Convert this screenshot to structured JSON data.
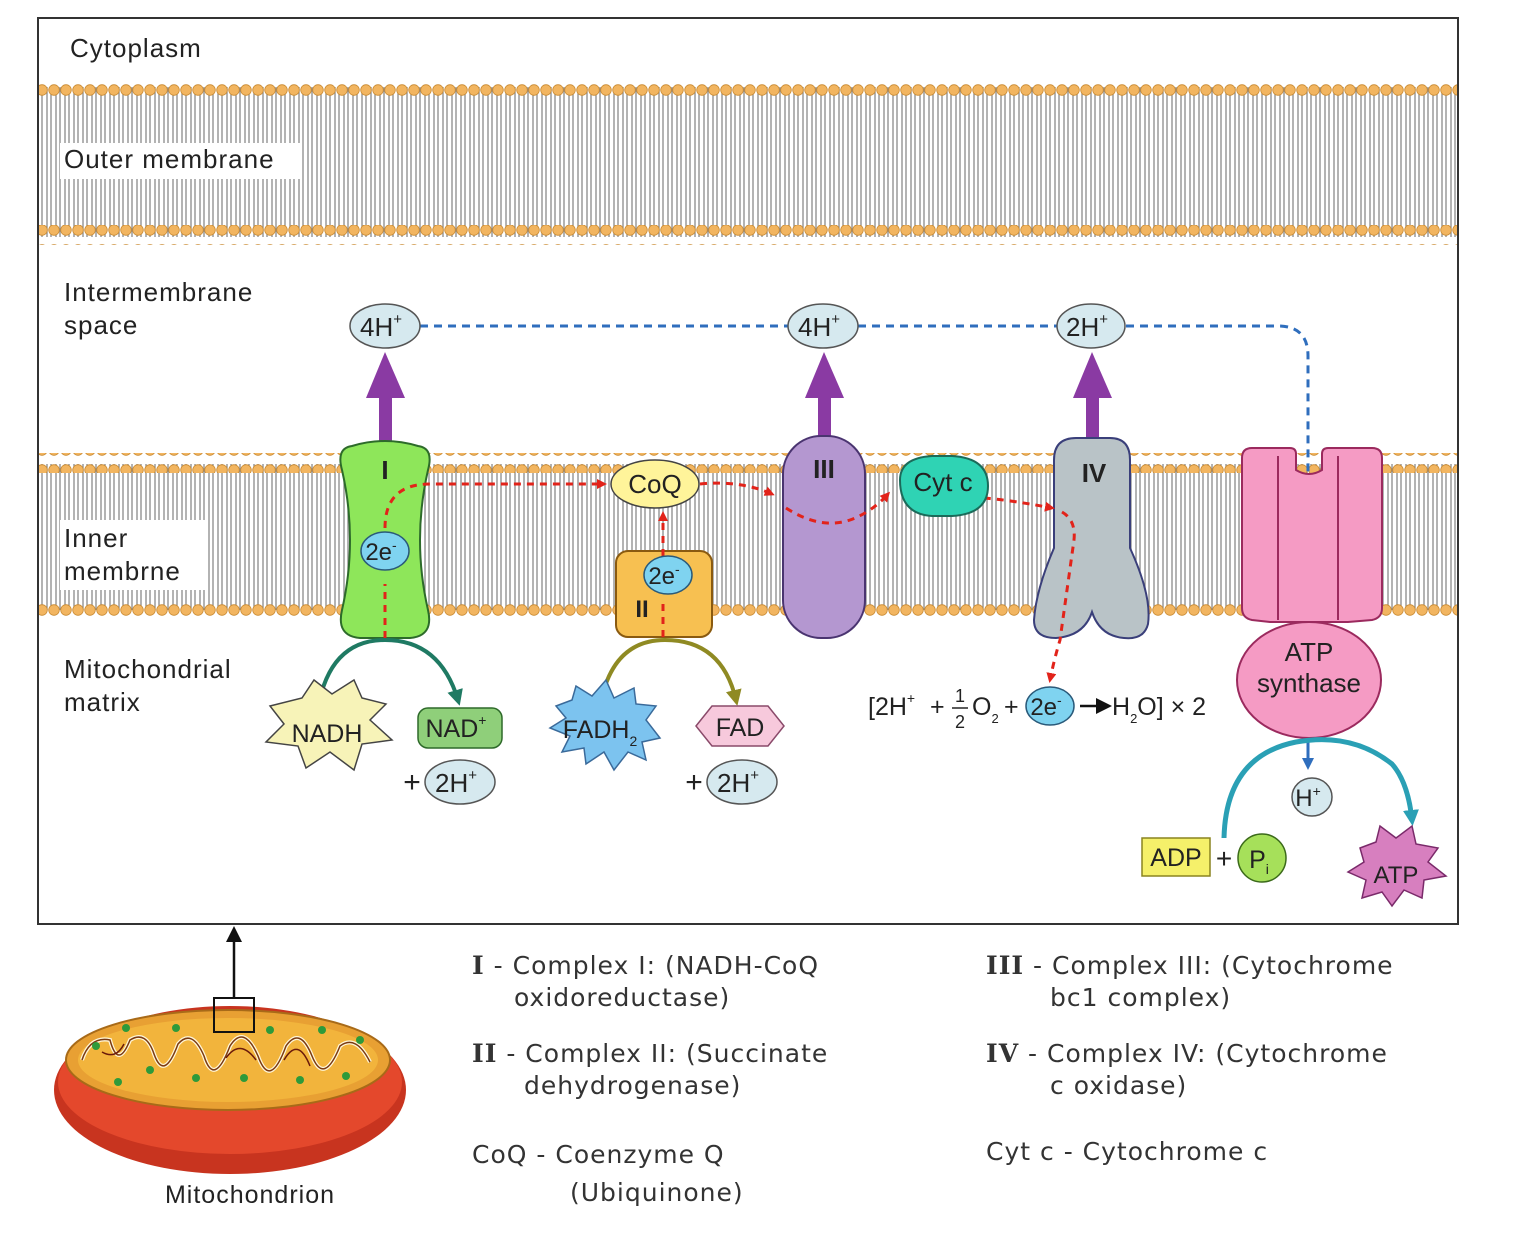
{
  "regions": {
    "cytoplasm": "Cytoplasm",
    "outer_membrane": "Outer membrane",
    "intermembrane_1": "Intermembrane",
    "intermembrane_2": "space",
    "inner_membrane_1": "Inner",
    "inner_membrane_2": "membrne",
    "matrix_1": "Mitochondrial",
    "matrix_2": "matrix"
  },
  "complexes": {
    "c1": "I",
    "c2": "II",
    "c3": "III",
    "c4": "IV",
    "coq": "CoQ",
    "cytc": "Cyt c",
    "atp_synthase_1": "ATP",
    "atp_synthase_2": "synthase"
  },
  "protons": {
    "p1": "4H",
    "p2": "4H",
    "p3": "2H",
    "charge": "+",
    "matrix_h": "H"
  },
  "electrons": {
    "label": "2e",
    "charge": "-"
  },
  "substrates": {
    "nadh": "NADH",
    "nad": "NAD",
    "nad_charge": "+",
    "fadh": "FADH",
    "fadh_sub": "2",
    "fad": "FAD",
    "plus": "+",
    "two_h": "2H",
    "adp": "ADP",
    "pi": "P",
    "pi_sub": "i",
    "atp": "ATP"
  },
  "water_equation": {
    "open": "[2H",
    "half_num": "1",
    "half_den": "2",
    "o": "O",
    "o_sub": "2",
    "arrow_product": "H",
    "h_sub": "2",
    "close": "O] × 2"
  },
  "mitochondrion_label": "Mitochondrion",
  "legend": {
    "l1_num": "I",
    "l1_text1": "- Complex I: (NADH-CoQ",
    "l1_text2": "oxidoreductase)",
    "l2_num": "II",
    "l2_text1": "- Complex II: (Succinate",
    "l2_text2": "dehydrogenase)",
    "l3_num": "CoQ",
    "l3_text1": "- Coenzyme Q",
    "l3_text2": "(Ubiquinone)",
    "r1_num": "III",
    "r1_text1": "- Complex III: (Cytochrome",
    "r1_text2": "bc1 complex)",
    "r2_num": "IV",
    "r2_text1": "- Complex IV: (Cytochrome",
    "r2_text2": "c oxidase)",
    "r3_num": "Cyt c",
    "r3_text1": "- Cytochrome c"
  },
  "colors": {
    "lipid_head": "#f2b560",
    "complex1": "#8ee65a",
    "complex2": "#f7c051",
    "complex3": "#b497d0",
    "complex4": "#b9c3c7",
    "cytc": "#2fd3b4",
    "coq": "#fff49a",
    "atp_synthase": "#f59bc4",
    "proton_pump": "#8a3aa3",
    "electron_path": "#e2231a",
    "proton_path": "#2f6ebd",
    "electron_fill": "#7fd3f0"
  }
}
